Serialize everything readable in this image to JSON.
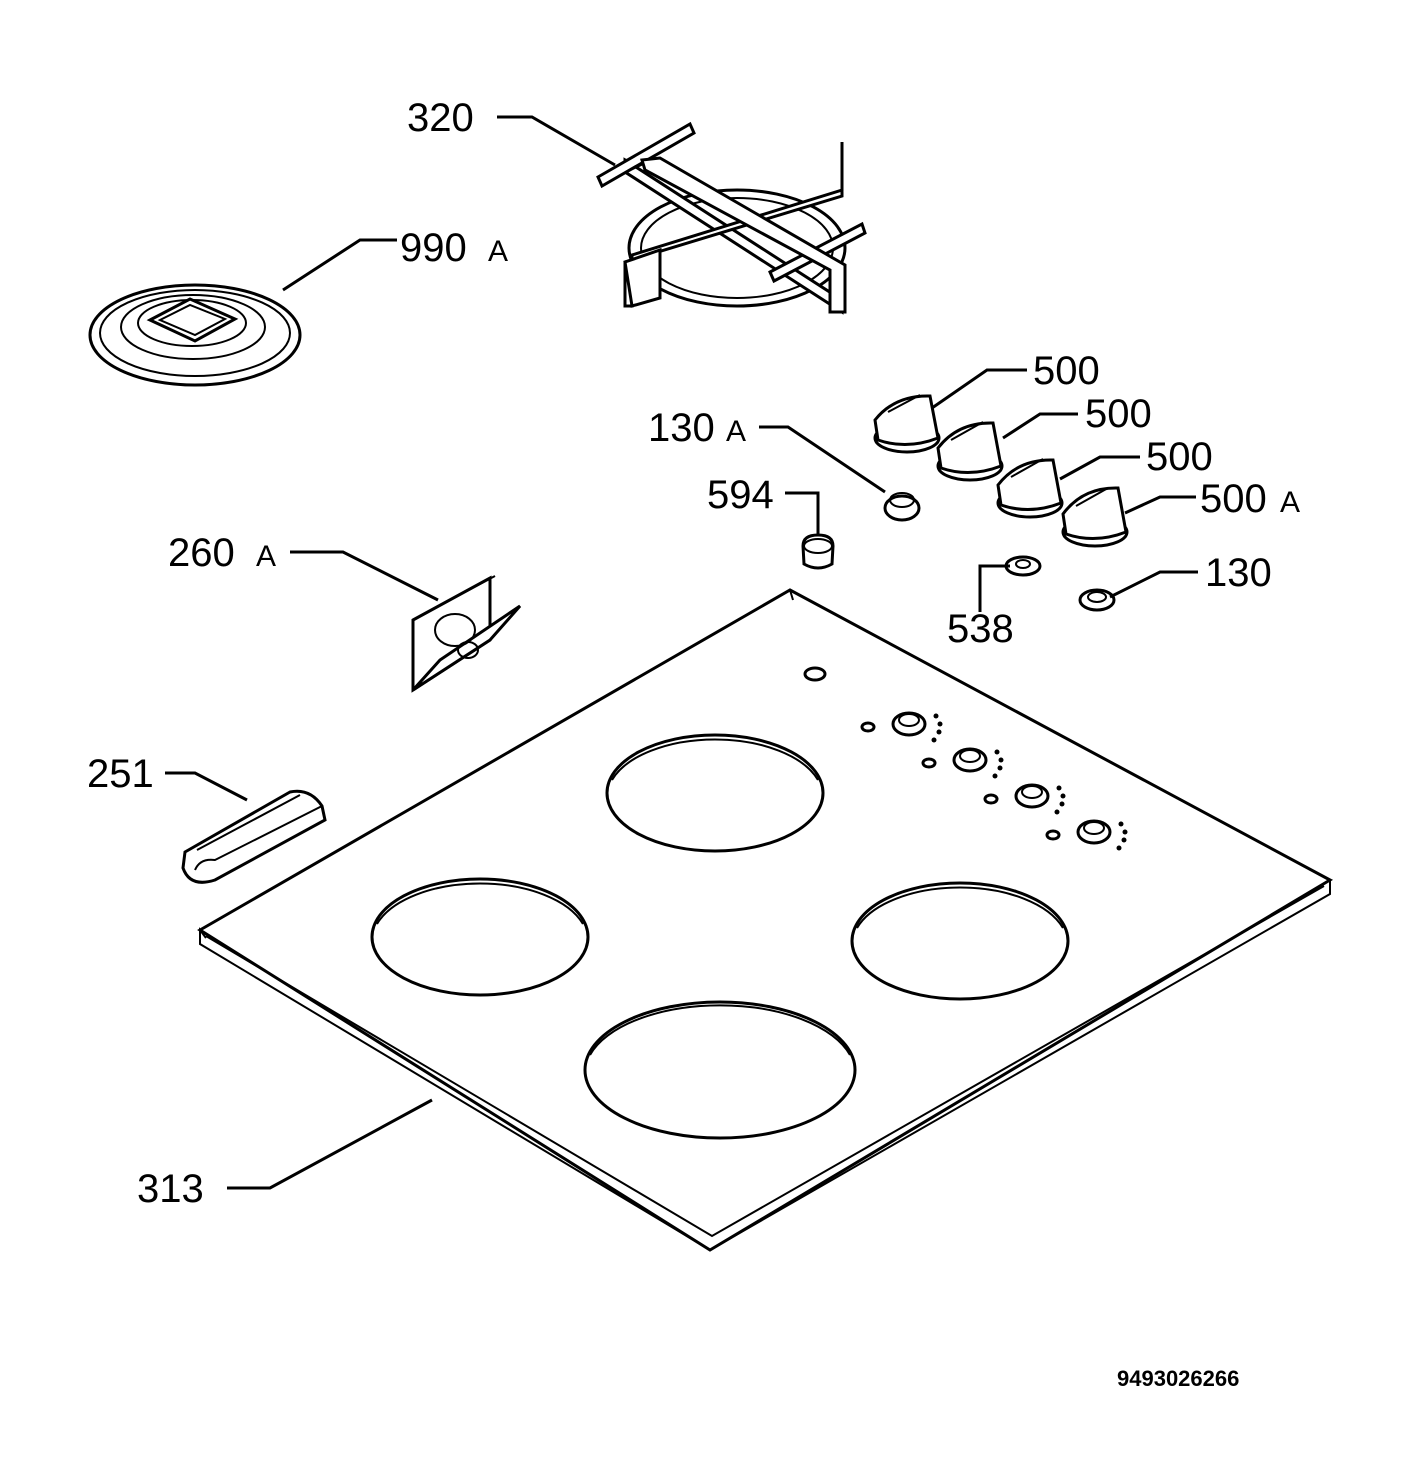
{
  "labels": {
    "p320": "320",
    "p990": "990",
    "p990_suffix": "A",
    "p130a": "130",
    "p130a_suffix": "A",
    "p594": "594",
    "p260": "260",
    "p260_suffix": "A",
    "p500_1": "500",
    "p500_2": "500",
    "p500_3": "500",
    "p500a": "500",
    "p500a_suffix": "A",
    "p538": "538",
    "p130": "130",
    "p251": "251",
    "p313": "313"
  },
  "document_number": "9493026266"
}
